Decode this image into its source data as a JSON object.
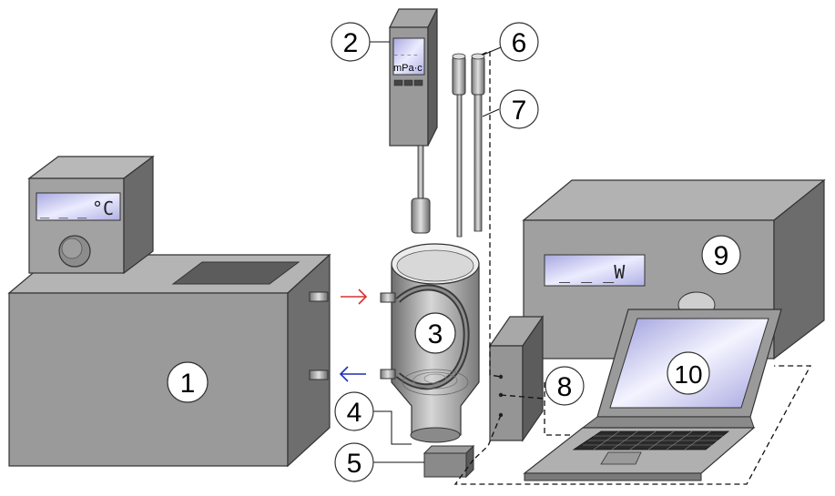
{
  "callouts": [
    "1",
    "2",
    "3",
    "4",
    "5",
    "6",
    "7",
    "8",
    "9",
    "10"
  ],
  "displays": {
    "thermostat_unit": "°C",
    "thermostat_blanks": "_ _ _",
    "viscometer_dashes": "— — — —",
    "viscometer_unit": "mPa·c",
    "generator_readout": "_ _ _W"
  },
  "colors": {
    "inflow_arrow": "#d93030",
    "outflow_arrow": "#1a2fb8",
    "body_gray": "#9a9a9a",
    "screen_blue": "#c9c9f0"
  }
}
